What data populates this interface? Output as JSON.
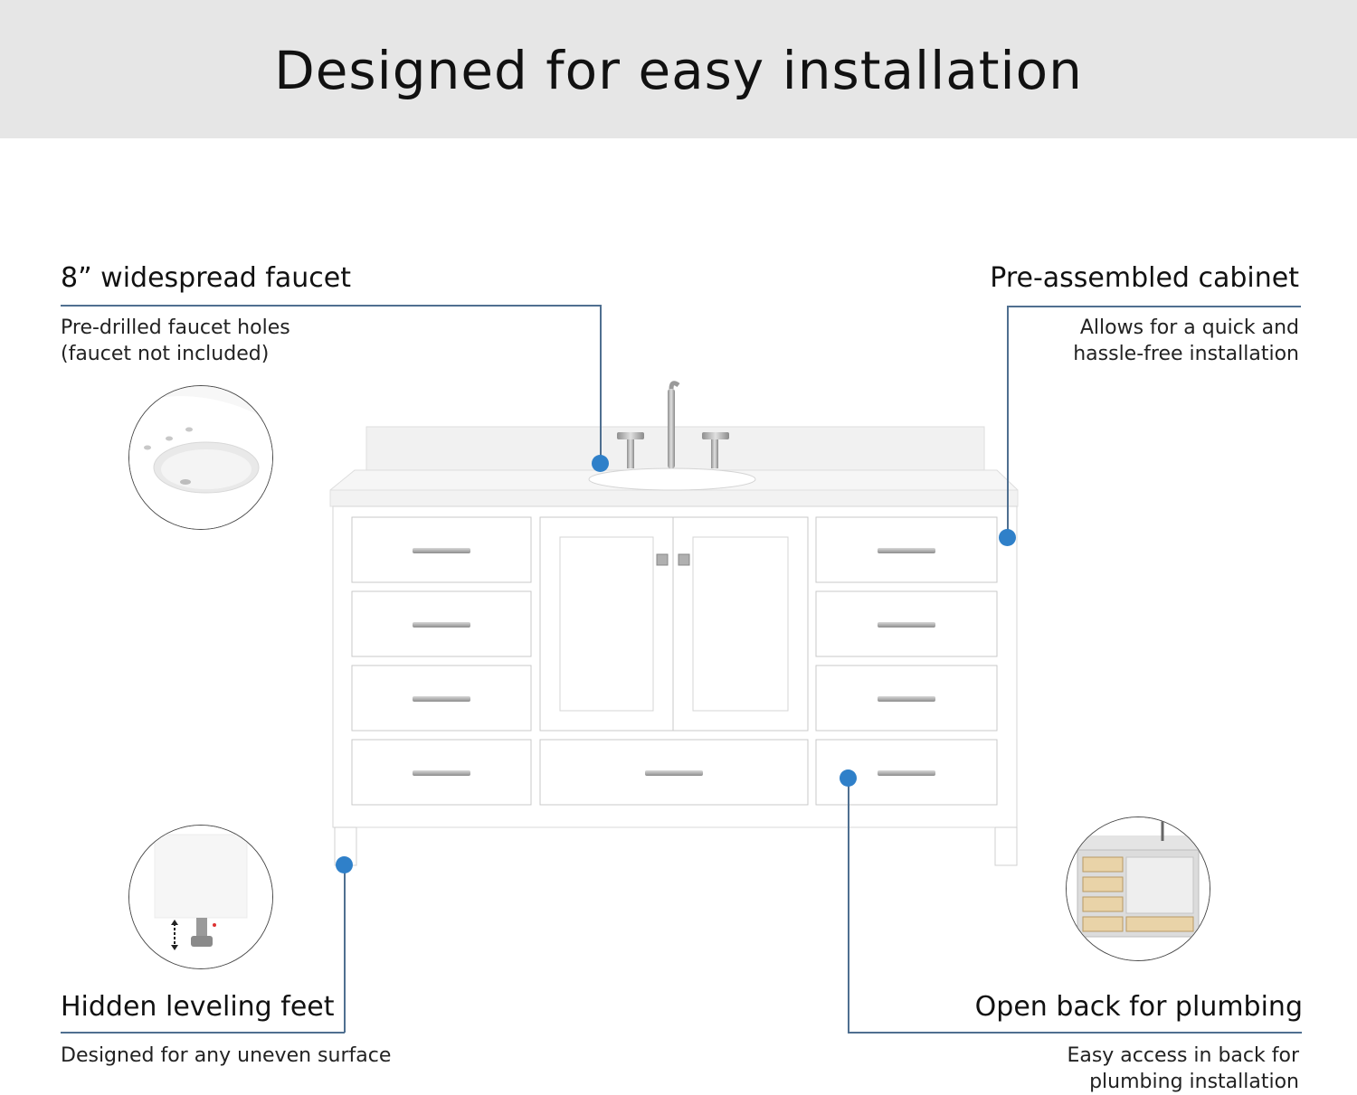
{
  "header": {
    "title": "Designed for easy installation"
  },
  "features": {
    "faucet": {
      "title": "8” widespread faucet",
      "desc_line1": "Pre-drilled faucet holes",
      "desc_line2": "(faucet not included)",
      "icon": "sink-closeup-icon"
    },
    "cabinet": {
      "title": "Pre-assembled cabinet",
      "desc_line1": "Allows for  a quick and",
      "desc_line2": "hassle-free installation",
      "icon": "none"
    },
    "feet": {
      "title": "Hidden leveling feet",
      "desc_line1": "Designed for any uneven surface",
      "icon": "leveling-foot-closeup-icon"
    },
    "plumbing": {
      "title": "Open back for plumbing",
      "desc_line1": "Easy access in back for",
      "desc_line2": "plumbing installation",
      "icon": "open-back-closeup-icon"
    }
  },
  "colors": {
    "banner_bg": "#e6e6e6",
    "callout_dot": "#2f80c9",
    "callout_line": "#4f6f90"
  }
}
